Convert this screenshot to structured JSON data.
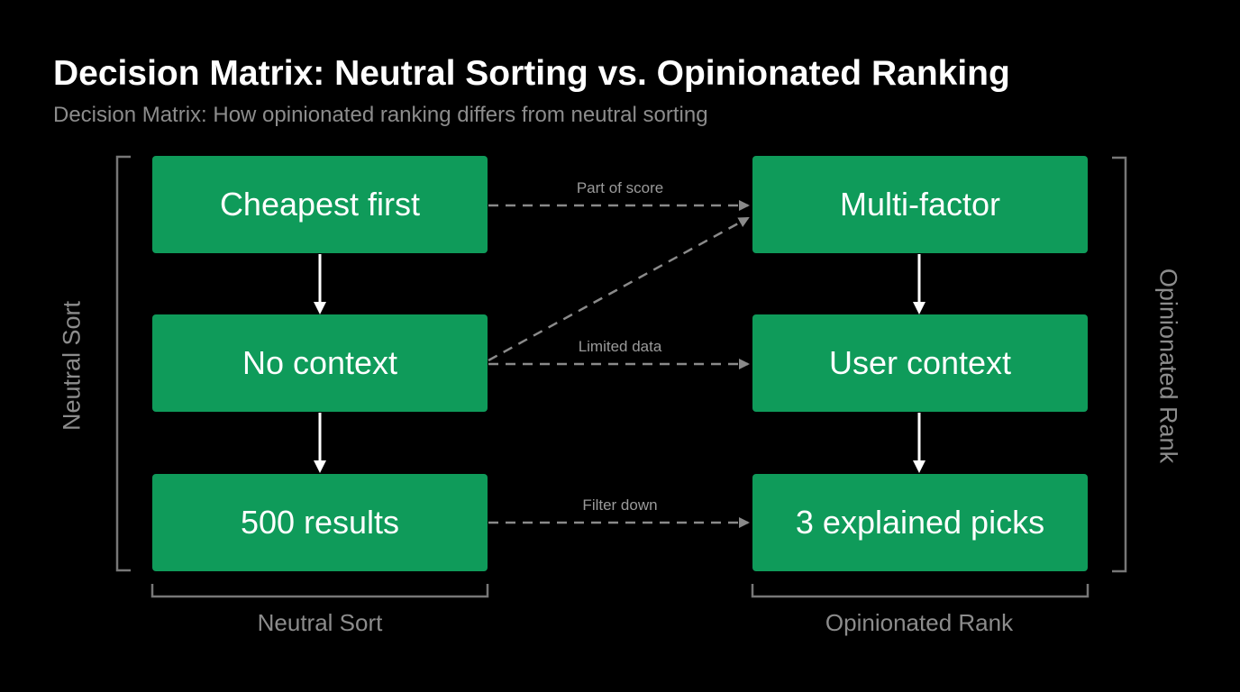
{
  "header": {
    "title": "Decision Matrix: Neutral Sorting vs. Opinionated Ranking",
    "subtitle": "Decision Matrix: How opinionated ranking differs from neutral sorting"
  },
  "left_column": {
    "side_label": "Neutral Sort",
    "bottom_label": "Neutral Sort",
    "nodes": [
      "Cheapest first",
      "No context",
      "500 results"
    ]
  },
  "right_column": {
    "side_label": "Opinionated Rank",
    "bottom_label": "Opinionated Rank",
    "nodes": [
      "Multi-factor",
      "User context",
      "3 explained picks"
    ]
  },
  "edges": [
    {
      "from": "Cheapest first",
      "to": "Multi-factor",
      "label": "Part of score",
      "style": "dashed"
    },
    {
      "from": "No context",
      "to": "Multi-factor",
      "label": "",
      "style": "dashed"
    },
    {
      "from": "No context",
      "to": "User context",
      "label": "Limited data",
      "style": "dashed"
    },
    {
      "from": "500 results",
      "to": "3 explained picks",
      "label": "Filter down",
      "style": "dashed"
    },
    {
      "from": "Cheapest first",
      "to": "No context",
      "label": "",
      "style": "solid"
    },
    {
      "from": "No context",
      "to": "500 results",
      "label": "",
      "style": "solid"
    },
    {
      "from": "Multi-factor",
      "to": "User context",
      "label": "",
      "style": "solid"
    },
    {
      "from": "User context",
      "to": "3 explained picks",
      "label": "",
      "style": "solid"
    }
  ],
  "colors": {
    "background": "#000000",
    "node_fill": "#0f9b5a",
    "node_text": "#ffffff",
    "dashed_edge": "#8a8a8a",
    "solid_edge": "#ffffff",
    "muted_text": "#8c8c8c"
  }
}
